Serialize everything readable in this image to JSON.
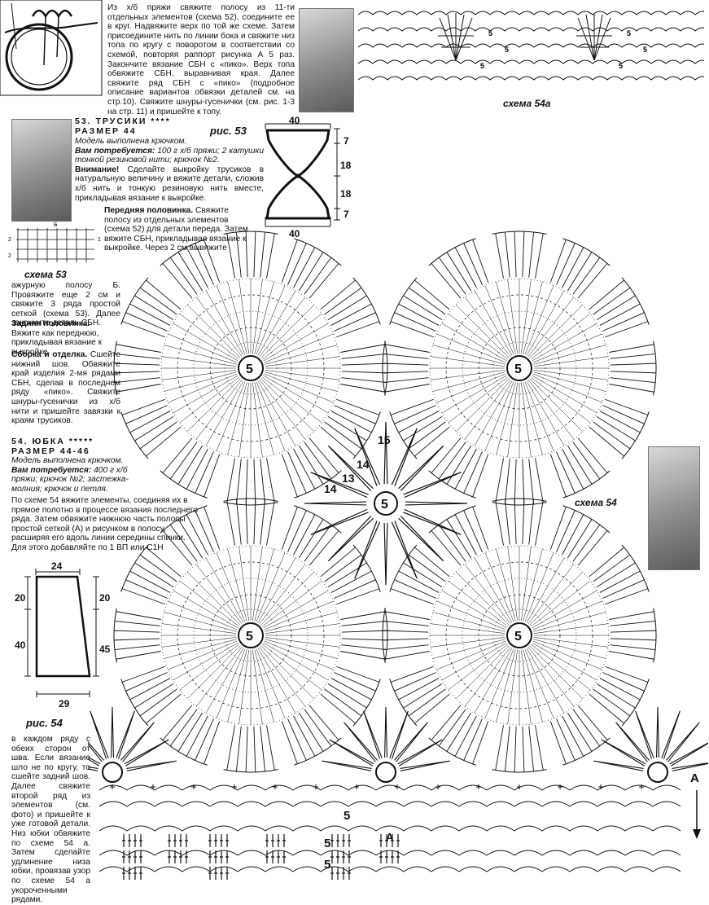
{
  "top_text": "Из х/б пряжи свяжите полосу из 11-ти отдельных элементов (схема 52), соедините ее в круг. Надвяжите верх по той же схеме. Затем присоедините нить по линии бока и свяжите низ топа по кругу с поворотом в соответствии со схемой, повторяя раппорт рисунка А 5 раз. Закончите вязание СБН с «пико». Верх топа обвяжите СБН, выравнивая края. Далее свяжите ряд СБН с «пико» (подробное описание вариантов обвязки деталей см. на стр.10). Свяжите шнуры-гусенички (см. рис. 1-3 на стр. 11) и пришейте к топу.",
  "schema_54a": "схема 54а",
  "s53": {
    "title": "53. ТРУСИКИ",
    "stars": "****",
    "size": "РАЗМЕР 44",
    "fig": "рис. 53",
    "model": "Модель выполнена крючком.",
    "need_label": "Вам потребуется:",
    "need": "100 г х/б пряжи; 2 катушки тонкой резиновой нити; крючок №2.",
    "attention_label": "Внимание!",
    "attention": "Сделайте выкройку трусиков в натуральную величину и вяжите детали, сложив х/б нить и тонкую резиновую нить вместе, прикладывая вязание к выкройке.",
    "front_label": "Передняя половинка.",
    "front_a": "Свяжите полосу из отдельных элементов (схема 52) для детали переда. Затем вяжите СБН, прикладывая вязание к выкройке. Через 2 см вывяжите",
    "front_b": "ажурную полосу Б. Провяжите еще 2 см и свяжите 3 ряда простой сеткой (схема 53). Далее закончите деталь СБН.",
    "back_label": "Задняя половинка.",
    "back": "Вяжите как переднюю, прикладывая вязание к выкройке.",
    "assembly_label": "Сборка и отделка.",
    "assembly": "Сшейте нижний шов. Обвяжите край изделия 2-мя рядами СБН, сделав в последнем ряду «пико». Свяжите шнуры-гусенички из х/б нити и пришейте завязки к краям трусиков.",
    "schema": "схема 53",
    "pattern": {
      "top": "40",
      "bottom": "40",
      "r1": "7",
      "r2": "18",
      "r3": "18",
      "r4": "7"
    },
    "mini_label": "Б",
    "mini_marks": [
      "2",
      "1",
      "2"
    ]
  },
  "s54": {
    "title": "54. ЮБКА",
    "stars": "*****",
    "size": "РАЗМЕР 44-46",
    "model": "Модель выполнена крючком.",
    "need_label": "Вам потребуется:",
    "need": "400 г х/б пряжи; крючок №2; застежка-молния; крючок и петля.",
    "text": "По схеме 54 вяжите элементы, соединяя их в прямое полотно в процессе вязания последнего ряда. Затем обвяжите нижнюю часть полосы простой сеткой (А) и рисунком в полосу, расширяя его вдоль линии середины спинки. Для этого добавляйте по 1 ВП или С1Н",
    "text2": "в каждом ряду с обеих сторон от шва. Если вязание шло не по кругу, то сшейте задний шов. Далее свяжите второй ряд из элементов (см. фото) и пришейте к уже готовой детали. Низ юбки обвяжите по схеме 54 а. Затем сделайте удлинение низа юбки, провязав узор по схеме 54 а укороченными рядами.",
    "fig": "рис. 54",
    "schema": "схема 54",
    "pattern": {
      "top": "24",
      "left_top": "20",
      "left": "40",
      "right_top": "20",
      "right": "45",
      "bottom": "29"
    }
  },
  "chart": {
    "center_label": "5",
    "star_labels": [
      "15",
      "14",
      "13",
      "14"
    ],
    "row_label": "5",
    "a_label": "А"
  }
}
